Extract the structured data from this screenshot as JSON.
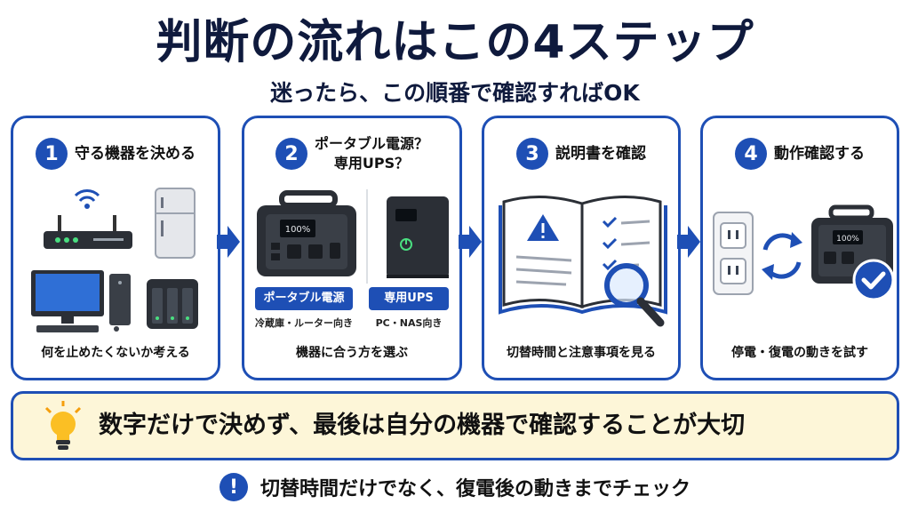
{
  "title": "判断の流れはこの4ステップ",
  "subtitle": "迷ったら、この順番で確認すればOK",
  "steps": [
    {
      "number": "1",
      "heading": "守る機器を決める",
      "footer": "何を止めたくないか考える",
      "icons": [
        "wifi-router-icon",
        "refrigerator-icon",
        "desktop-pc-icon",
        "nas-icon"
      ]
    },
    {
      "number": "2",
      "heading_line1": "ポータブル電源？",
      "heading_line2": "専用UPS？",
      "footer": "機器に合う方を選ぶ",
      "battery_display": "100%",
      "options": [
        {
          "label": "ポータブル電源",
          "sub": "冷蔵庫・ルーター向き"
        },
        {
          "label": "専用UPS",
          "sub": "PC・NAS向き"
        }
      ]
    },
    {
      "number": "3",
      "heading": "説明書を確認",
      "footer": "切替時間と注意事項を見る",
      "icons": [
        "manual-book-icon",
        "warning-icon",
        "magnifier-icon"
      ]
    },
    {
      "number": "4",
      "heading": "動作確認する",
      "footer": "停電・復電の動きを試す",
      "battery_display": "100%",
      "icons": [
        "outlet-icon",
        "cycle-icon",
        "portable-power-icon",
        "check-icon"
      ]
    }
  ],
  "banner": {
    "text": "数字だけで決めず、最後は自分の機器で確認することが大切",
    "icon": "lightbulb-icon"
  },
  "note": {
    "icon_glyph": "!",
    "text": "切替時間だけでなく、復電後の動きまでチェック"
  },
  "colors": {
    "accent": "#1e4fb5",
    "title": "#0f1a3d",
    "banner_bg": "#fdf6d8"
  }
}
